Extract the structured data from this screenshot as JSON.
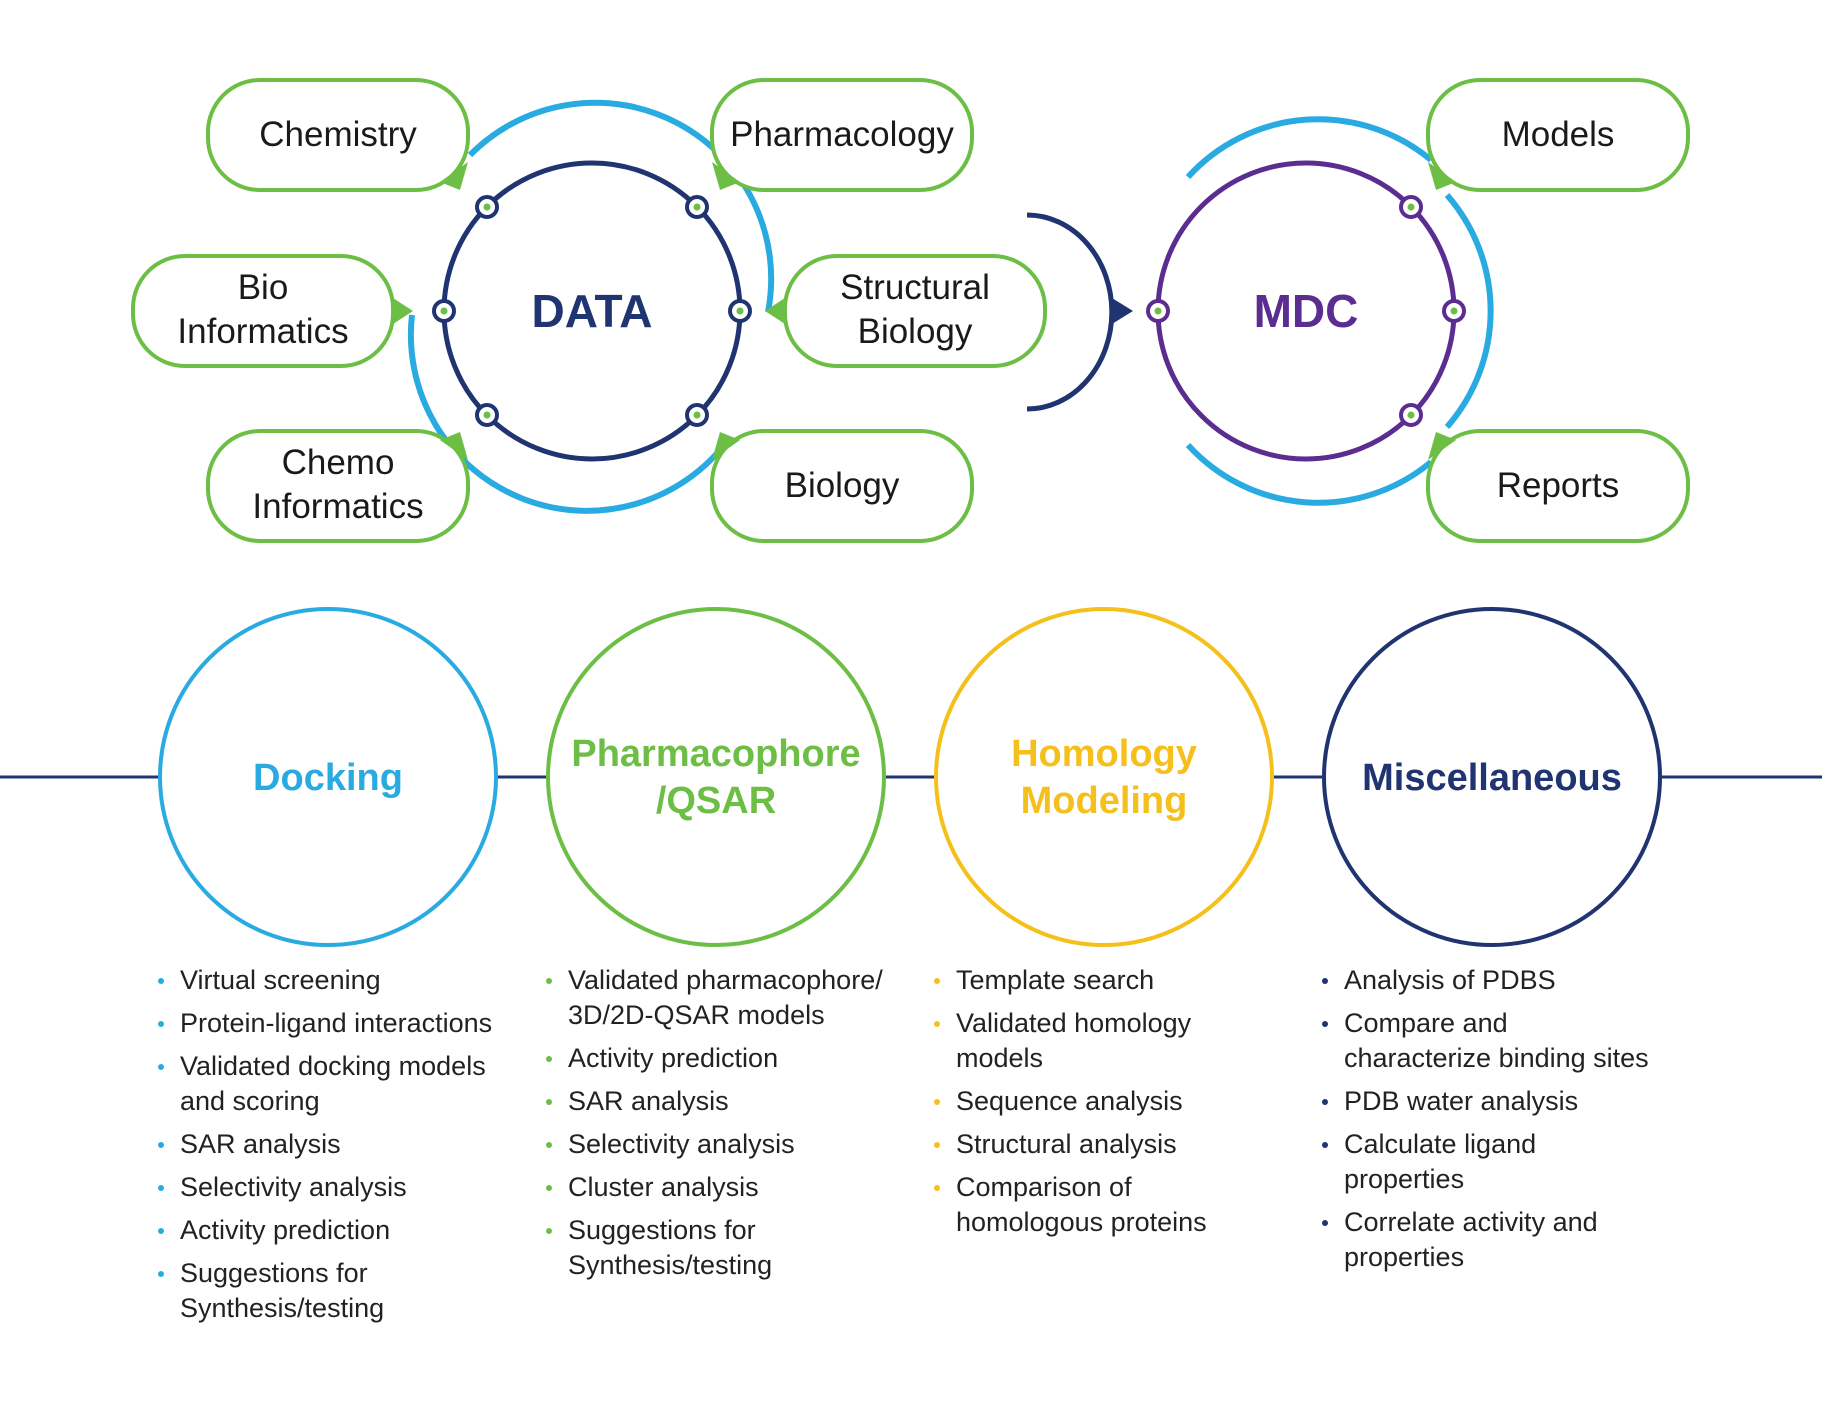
{
  "colors": {
    "green": "#6cbe45",
    "light_blue": "#29abe2",
    "navy": "#1f3470",
    "purple": "#5b2d91",
    "yellow": "#f5c01b"
  },
  "data_cycle": {
    "title": "DATA",
    "inputs": {
      "chemistry": "Chemistry",
      "pharmacology": "Pharmacology",
      "bioinformatics": [
        "Bio",
        "Informatics"
      ],
      "structural_biology": [
        "Structural",
        "Biology"
      ],
      "chemoinformatics": [
        "Chemo",
        "Informatics"
      ],
      "biology": "Biology"
    }
  },
  "mdc_cycle": {
    "title": "MDC",
    "outputs": {
      "models": "Models",
      "reports": "Reports"
    }
  },
  "categories": [
    {
      "title": [
        "Docking"
      ],
      "color": "#29abe2",
      "items": [
        "Virtual screening",
        "Protein-ligand interactions",
        "Validated docking models and scoring",
        "SAR analysis",
        "Selectivity analysis",
        "Activity prediction",
        "Suggestions for Synthesis/testing"
      ]
    },
    {
      "title": [
        "Pharmacophore",
        "/QSAR"
      ],
      "color": "#6cbe45",
      "items": [
        "Validated pharmacophore/ 3D/2D-QSAR models",
        "Activity prediction",
        "SAR analysis",
        "Selectivity analysis",
        "Cluster analysis",
        "Suggestions for Synthesis/testing"
      ]
    },
    {
      "title": [
        "Homology",
        "Modeling"
      ],
      "color": "#f5c01b",
      "items": [
        "Template search",
        "Validated homology models",
        "Sequence analysis",
        "Structural analysis",
        "Comparison of homologous proteins"
      ]
    },
    {
      "title": [
        "Miscellaneous"
      ],
      "color": "#1f3470",
      "items": [
        "Analysis of PDBS",
        "Compare and characterize binding sites",
        "PDB water analysis",
        "Calculate ligand properties",
        "Correlate activity and properties"
      ]
    }
  ]
}
